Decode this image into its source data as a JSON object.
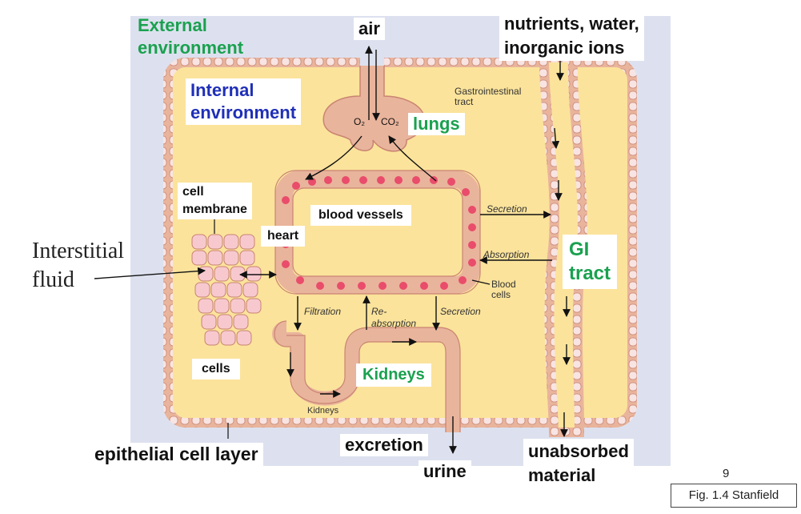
{
  "labels": {
    "external_environment_1": "External",
    "external_environment_2": "environment",
    "internal_environment_1": "Internal",
    "internal_environment_2": "environment",
    "air": "air",
    "nutrients_1": "nutrients, water,",
    "nutrients_2": "inorganic ions",
    "gastrointestinal_1": "Gastrointestinal",
    "gastrointestinal_2": "tract",
    "o2": "O₂",
    "co2": "CO₂",
    "lungs": "lungs",
    "cell_membrane_1": "cell",
    "cell_membrane_2": "membrane",
    "blood_vessels": "blood vessels",
    "heart": "heart",
    "secretion_top": "Secretion",
    "absorption": "Absorption",
    "gi_tract_1": "GI",
    "gi_tract_2": "tract",
    "interstitial_1": "Interstitial",
    "interstitial_2": "fluid",
    "blood_cells_1": "Blood",
    "blood_cells_2": "cells",
    "filtration": "Filtration",
    "reabsorption_1": "Re-",
    "reabsorption_2": "absorption",
    "secretion_bottom": "Secretion",
    "cells": "cells",
    "kidneys_big": "Kidneys",
    "kidneys_small": "Kidneys",
    "epithelial": "epithelial cell layer",
    "excretion": "excretion",
    "urine": "urine",
    "unabsorbed_1": "unabsorbed",
    "unabsorbed_2": "material",
    "page_number": "9",
    "caption": "Fig. 1.4 Stanfield"
  },
  "colors": {
    "external_bg": "#dde1ef",
    "internal_fill": "#fbe39b",
    "epithelium": "#e9b49c",
    "epithelium_cell": "#f8e4e2",
    "blood_dot": "#e94d6b",
    "cell_fill": "#f7c9cf",
    "label_green": "#1aa14f",
    "label_blue": "#1f2fb8"
  }
}
